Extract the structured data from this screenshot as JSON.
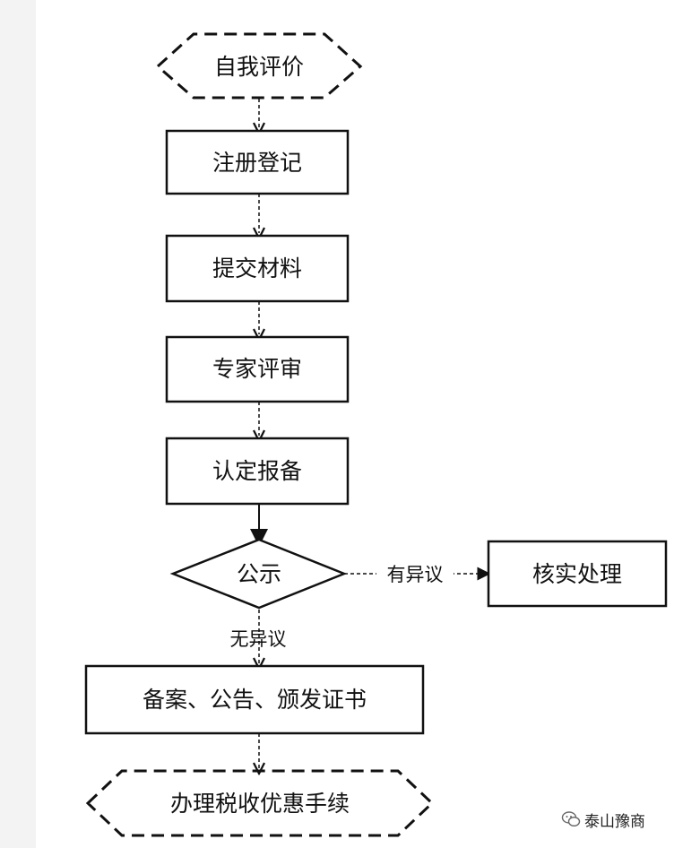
{
  "diagram": {
    "nodes": {
      "self_evaluation": "自我评价",
      "registration": "注册登记",
      "submit_materials": "提交材料",
      "expert_review": "专家评审",
      "recognition_filing": "认定报备",
      "public_notice": "公示",
      "verification": "核实处理",
      "filing_certificate": "备案、公告、颁发证书",
      "tax_procedures": "办理税收优惠手续"
    },
    "edges": {
      "objection": "有异议",
      "no_objection": "无异议"
    }
  },
  "watermark": {
    "text": "泰山豫商",
    "icon": "wechat-icon"
  },
  "colors": {
    "line": "#111111",
    "left_strip": "#f3f3f3"
  }
}
